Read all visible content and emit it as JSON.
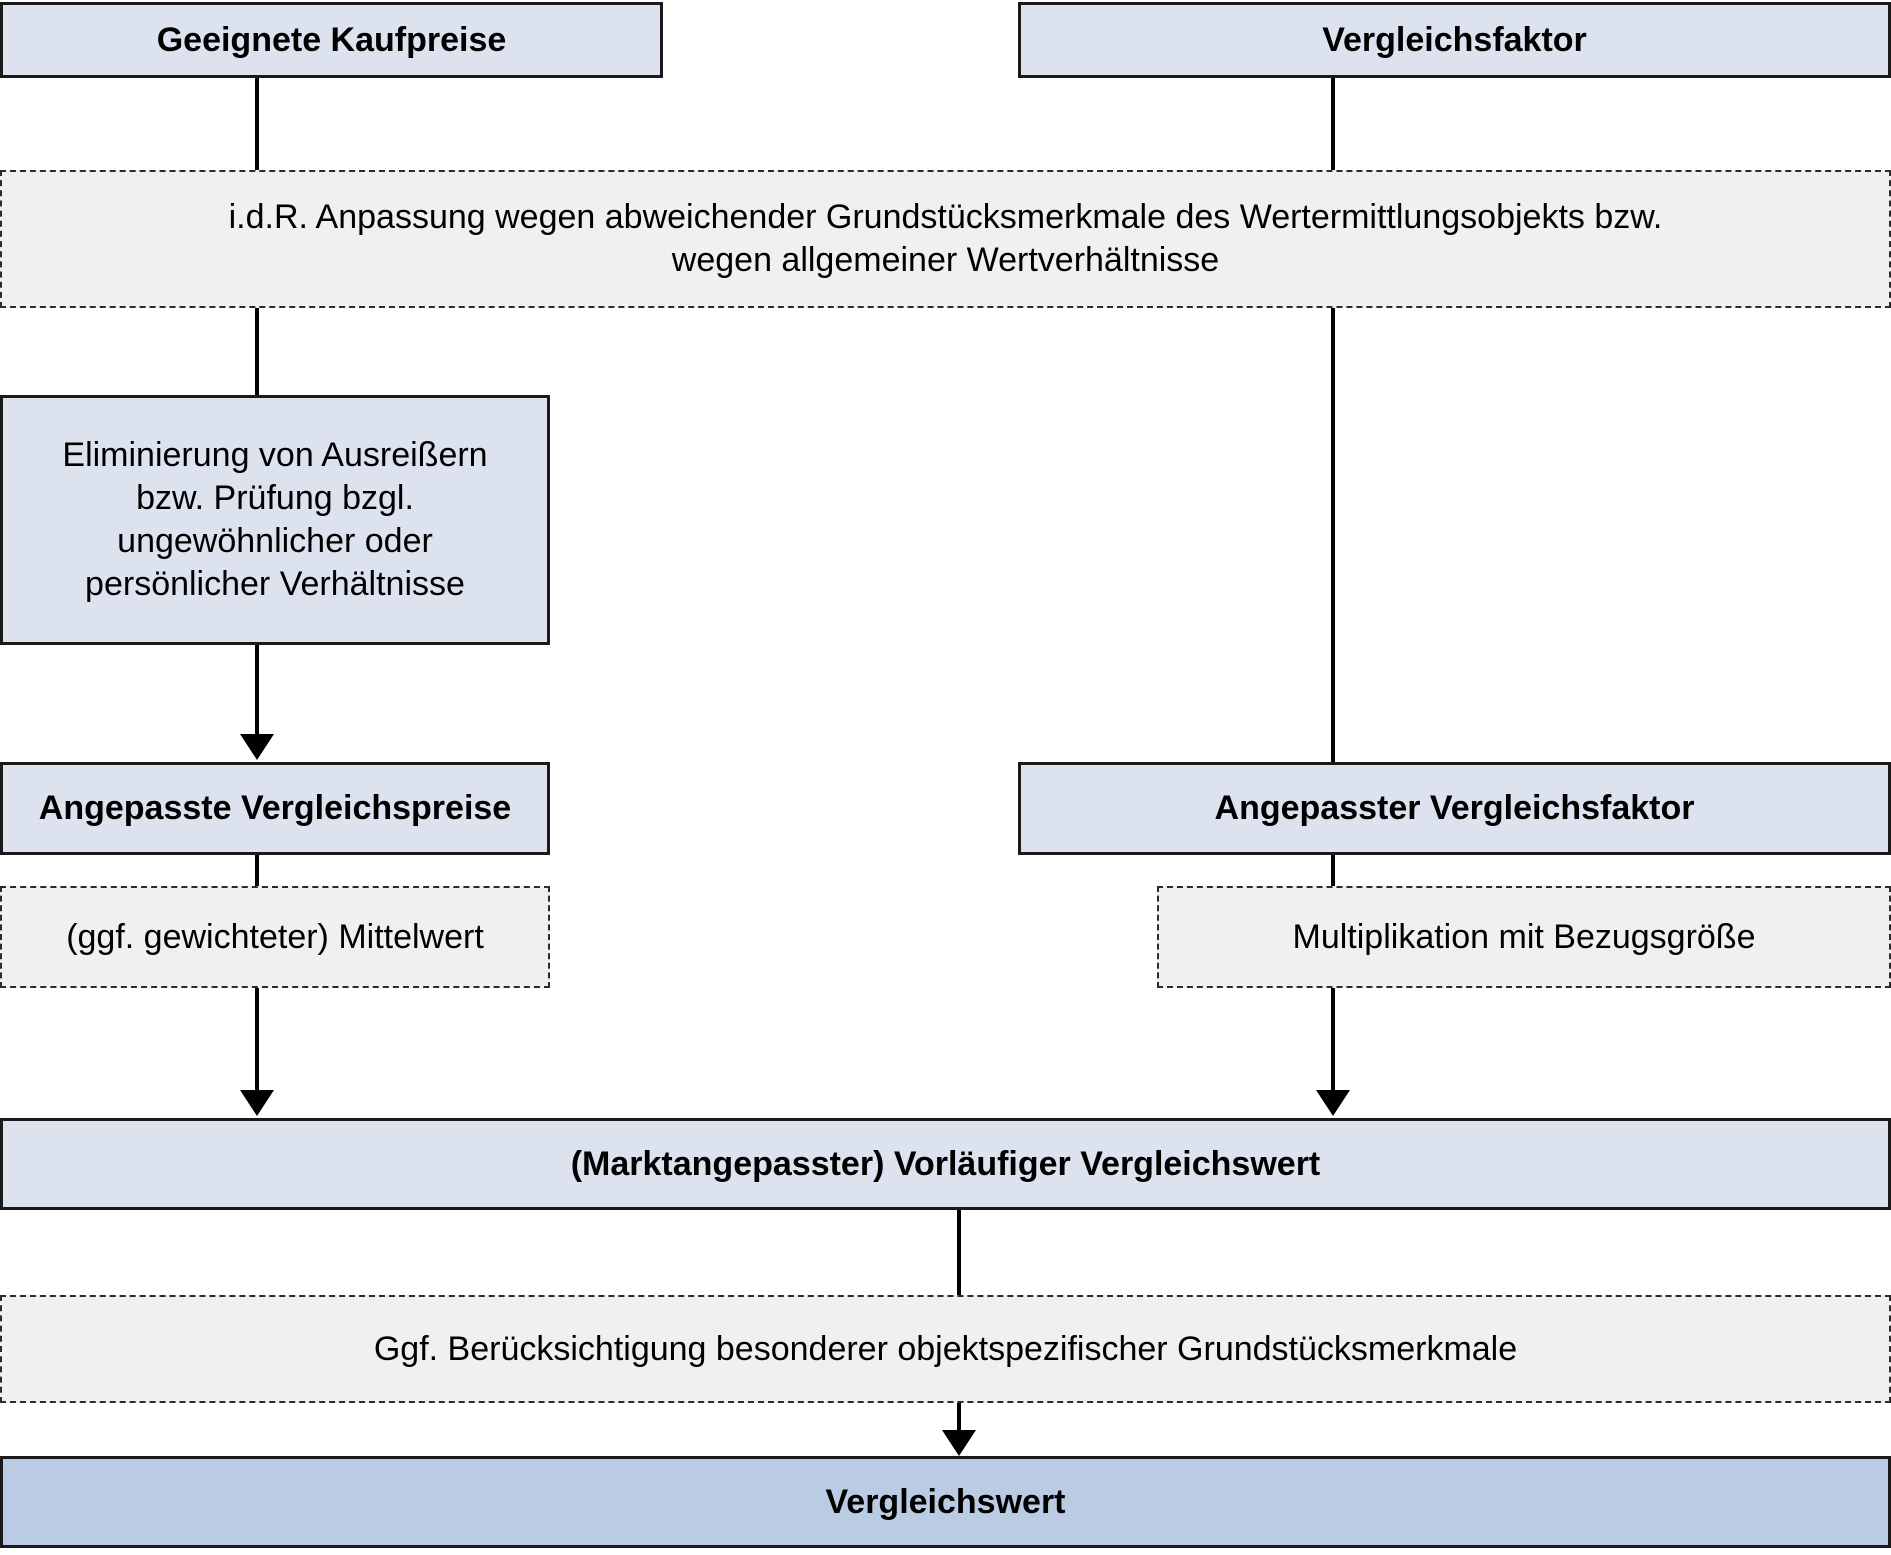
{
  "diagram": {
    "title": "Vergleichswertverfahren Ablaufdiagramm",
    "colors": {
      "node_fill": "#dce3ef",
      "result_fill": "#b9cce4",
      "annotation_fill": "#f0f0f0",
      "border": "#1a1a1a",
      "text": "#000000",
      "page_background": "#ffffff"
    },
    "nodes": {
      "geeignete_kaufpreise": "Geeignete Kaufpreise",
      "vergleichsfaktor": "Vergleichsfaktor",
      "anpassung_band_line1": "i.d.R. Anpassung wegen abweichender Grundstücksmerkmale des Wertermittlungsobjekts bzw.",
      "anpassung_band_line2": "wegen allgemeiner Wertverhältnisse",
      "eliminierung_line1": "Eliminierung von Ausreißern",
      "eliminierung_line2": "bzw. Prüfung bzgl.",
      "eliminierung_line3": "ungewöhnlicher oder",
      "eliminierung_line4": "persönlicher Verhältnisse",
      "angepasste_vergleichspreise": "Angepasste Vergleichspreise",
      "angepasster_vergleichsfaktor": "Angepasster Vergleichsfaktor",
      "mittelwert": "(ggf. gewichteter) Mittelwert",
      "multiplikation": "Multiplikation mit Bezugsgröße",
      "vorlaeufiger_vergleichswert": "(Marktangepasster) Vorläufiger Vergleichswert",
      "besondere_merkmale": "Ggf. Berücksichtigung besonderer objektspezifischer Grundstücksmerkmale",
      "vergleichswert": "Vergleichswert"
    }
  }
}
